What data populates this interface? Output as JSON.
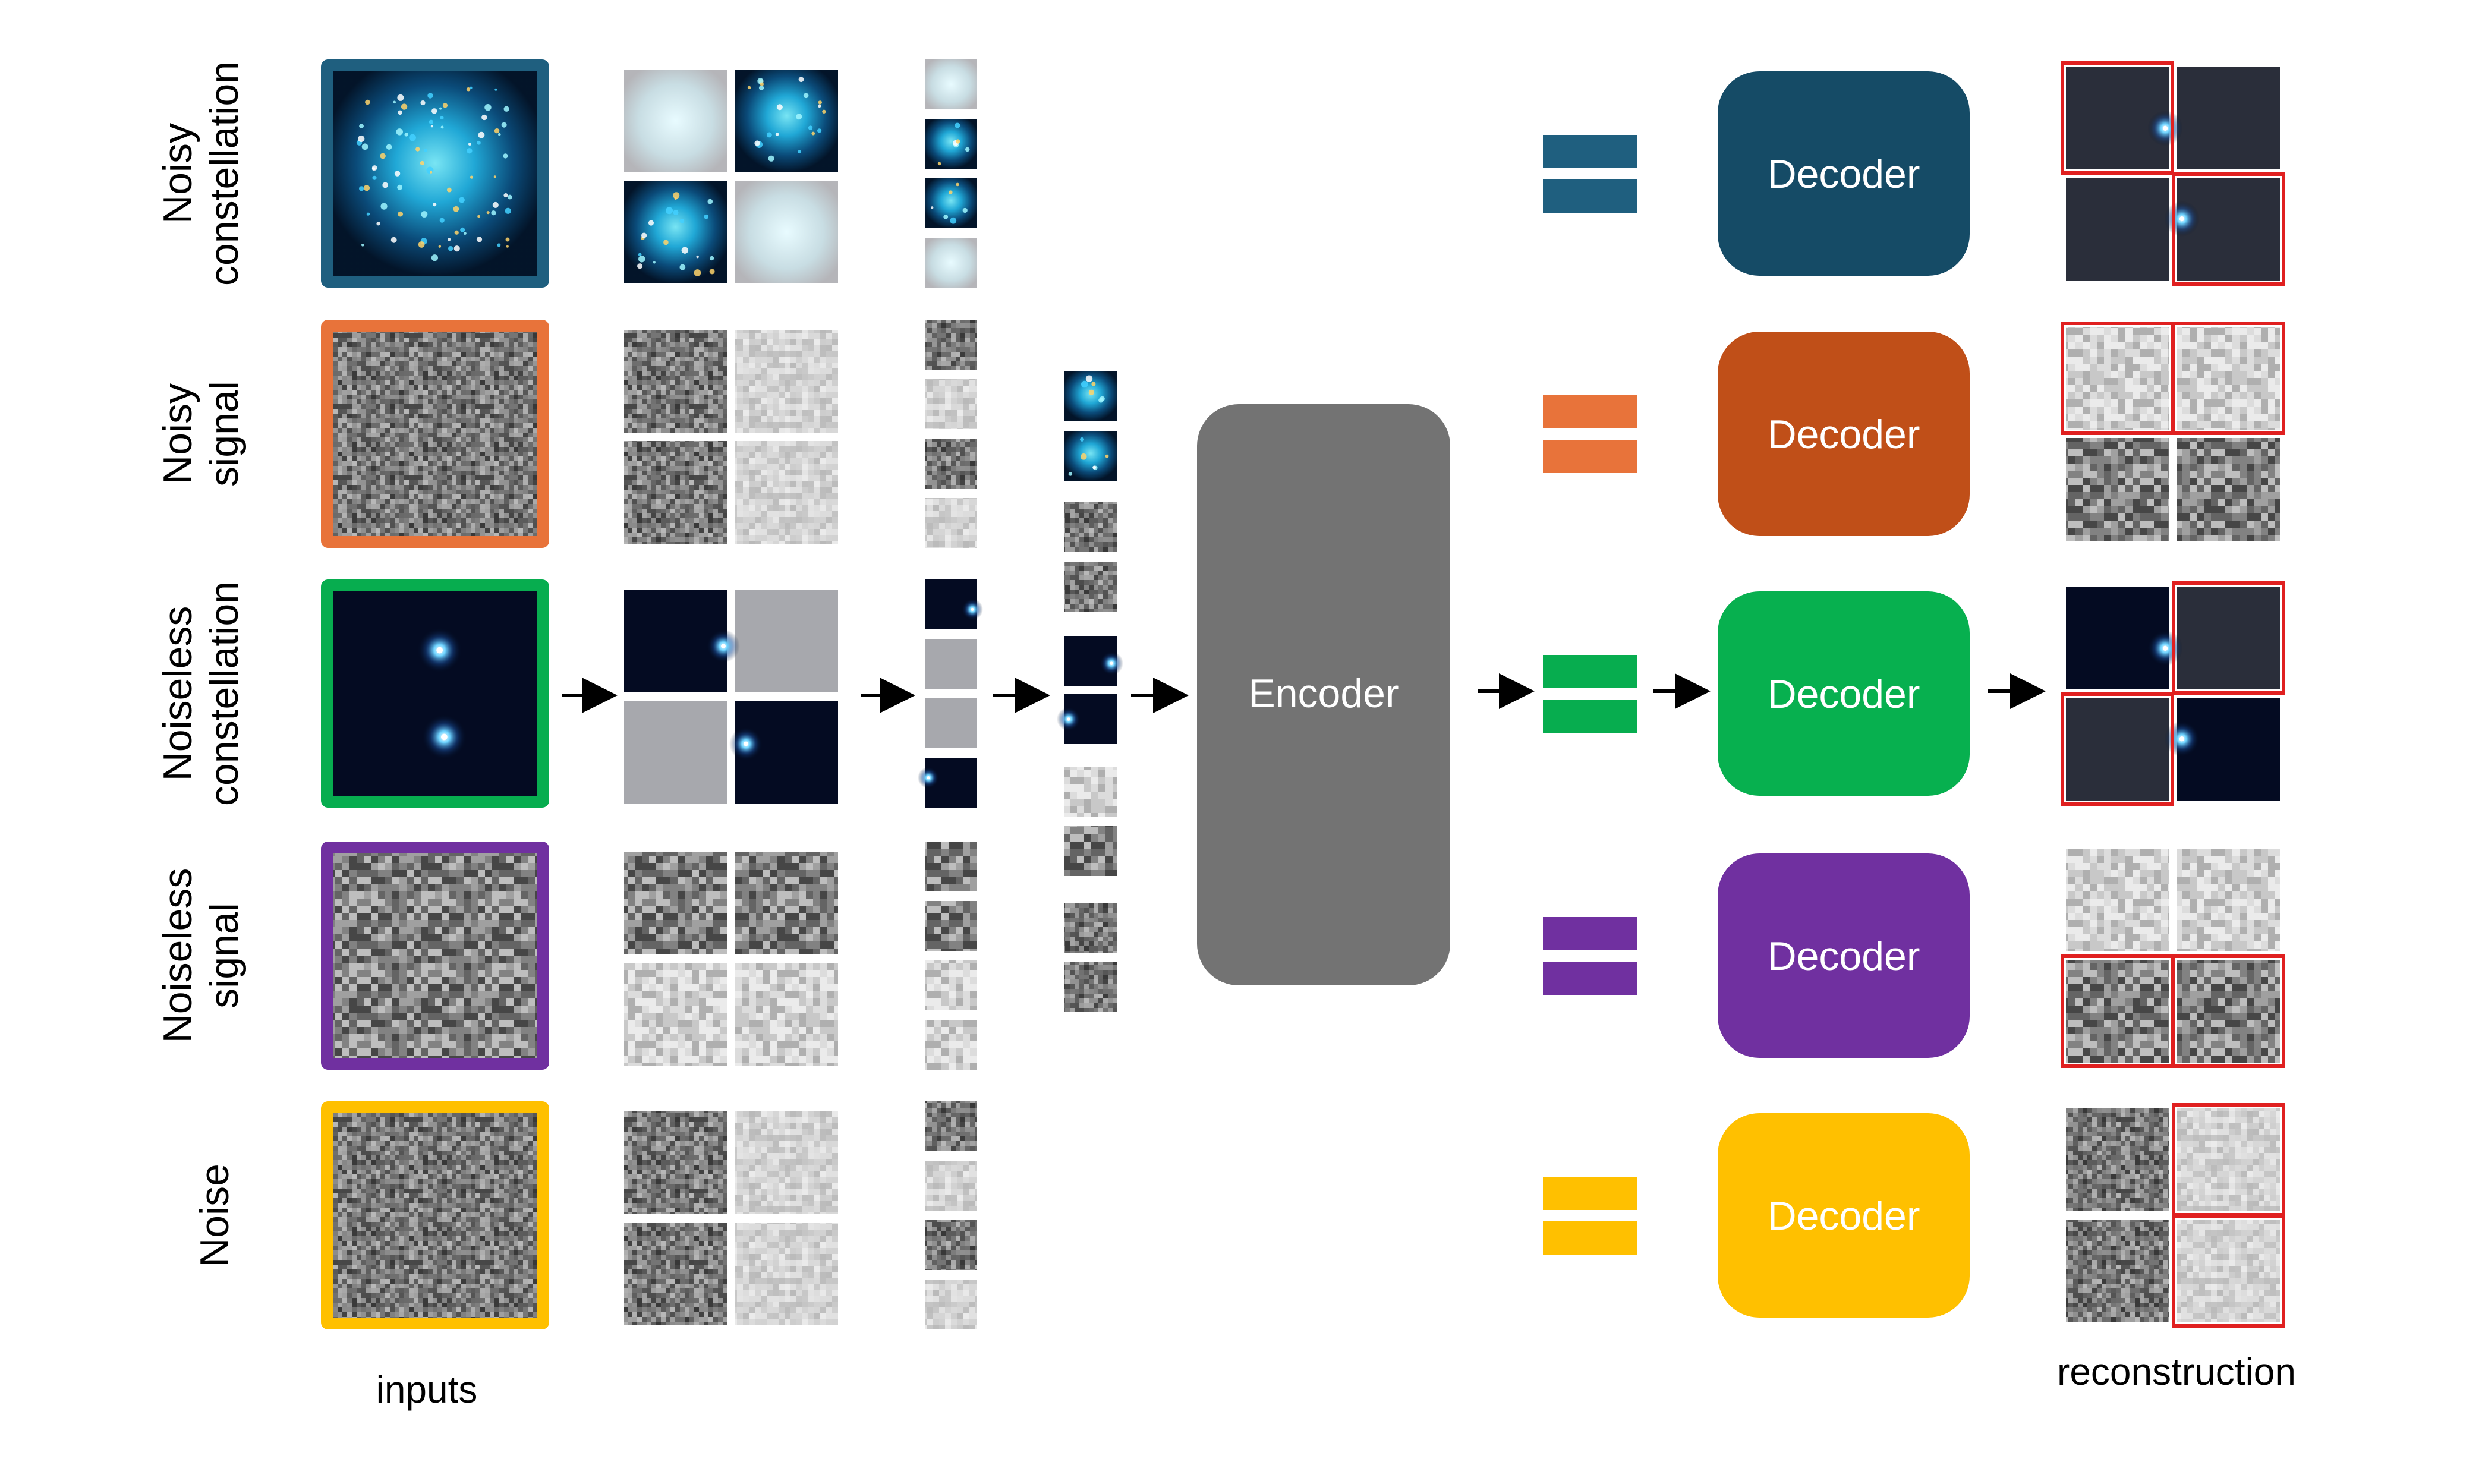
{
  "rows": [
    {
      "key": "noisy-constellation",
      "label_lines": [
        "Noisy",
        "constellation"
      ],
      "color": "#1f5f7f",
      "decoder_color": "#154b66",
      "kind": "noisy-constellation"
    },
    {
      "key": "noisy-signal",
      "label_lines": [
        "Noisy",
        "signal"
      ],
      "color": "#e8733a",
      "decoder_color": "#c04f18",
      "kind": "noise"
    },
    {
      "key": "noiseless-constellation",
      "label_lines": [
        "Noiseless",
        "constellation"
      ],
      "color": "#07ad4f",
      "decoder_color": "#07b04f",
      "kind": "clean-constellation"
    },
    {
      "key": "noiseless-signal",
      "label_lines": [
        "Noiseless",
        "signal"
      ],
      "color": "#7030a0",
      "decoder_color": "#7030a0",
      "kind": "signal"
    },
    {
      "key": "noise",
      "label_lines": [
        "Noise"
      ],
      "color": "#ffc000",
      "decoder_color": "#ffc000",
      "kind": "noise"
    }
  ],
  "encoder_label": "Encoder",
  "decoder_label": "Decoder",
  "inputs_caption": "inputs",
  "reconstruction_caption": "reconstruction",
  "highlight_color": "#e02020"
}
